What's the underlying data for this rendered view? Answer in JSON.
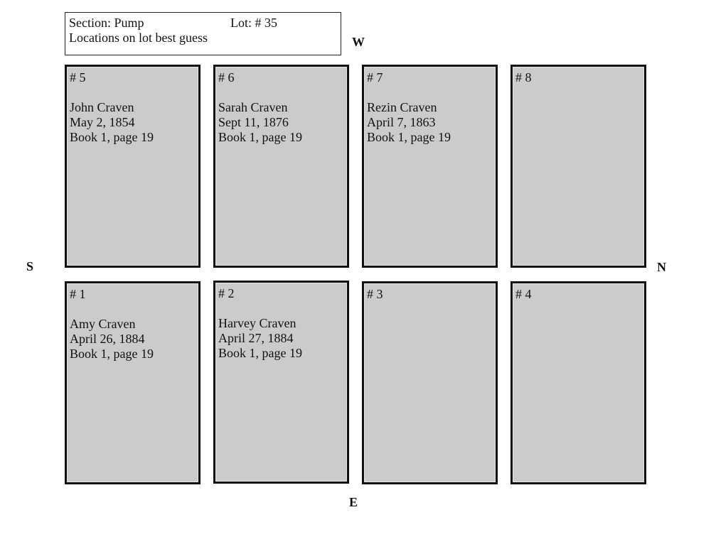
{
  "header": {
    "section_label": "Section:  Pump",
    "lot_label": "Lot: #  35",
    "note": "Locations on lot best guess"
  },
  "compass": {
    "west": "W",
    "east": "E",
    "south": "S",
    "north": "N"
  },
  "plots": [
    {
      "number": "# 5",
      "name": "John Craven",
      "date": "May 2, 1854",
      "record": "Book 1, page 19"
    },
    {
      "number": "# 6",
      "name": "Sarah Craven",
      "date": "Sept 11, 1876",
      "record": "Book 1, page 19"
    },
    {
      "number": "# 7",
      "name": "Rezin Craven",
      "date": "April 7, 1863",
      "record": "Book 1, page 19"
    },
    {
      "number": "# 8",
      "name": "",
      "date": "",
      "record": ""
    },
    {
      "number": "# 1",
      "name": "Amy Craven",
      "date": "April 26, 1884",
      "record": "Book 1, page 19"
    },
    {
      "number": "# 2",
      "name": "Harvey Craven",
      "date": "April 27, 1884",
      "record": "Book 1, page 19"
    },
    {
      "number": "# 3",
      "name": "",
      "date": "",
      "record": ""
    },
    {
      "number": "# 4",
      "name": "",
      "date": "",
      "record": ""
    }
  ],
  "colors": {
    "plot_fill": "#cbcbcb",
    "border": "#111111",
    "background": "#ffffff"
  }
}
